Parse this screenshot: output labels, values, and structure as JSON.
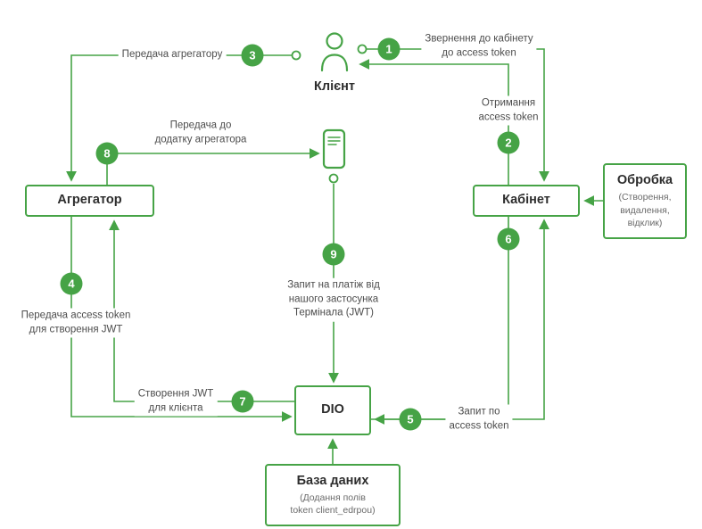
{
  "theme": {
    "green": "#46a346",
    "text_dark": "#2d2d2d",
    "text_gray": "#6b6b6b",
    "background": "#ffffff"
  },
  "nodes": {
    "client": {
      "label": "Клієнт"
    },
    "aggregator": {
      "label": "Агрегатор"
    },
    "cabinet": {
      "label": "Кабінет"
    },
    "processing": {
      "title": "Обробка",
      "subtitle": "(Створення,\nвидалення,\nвідклик)"
    },
    "dio": {
      "label": "DIO"
    },
    "database": {
      "title": "База даних",
      "subtitle": "(Додання полів\ntoken client_edrpou)"
    }
  },
  "steps": [
    {
      "num": "1",
      "label": "Звернення до кабінету\nдо access token"
    },
    {
      "num": "2",
      "label": "Отримання\naccess token"
    },
    {
      "num": "3",
      "label": "Передача агрегатору"
    },
    {
      "num": "4",
      "label": "Передача access token\nдля створення JWT"
    },
    {
      "num": "5",
      "label": "Запит по\naccess token"
    },
    {
      "num": "6",
      "label": ""
    },
    {
      "num": "7",
      "label": "Створення JWT\nдля клієнта"
    },
    {
      "num": "8",
      "label": "Передача до\nдодатку агрегатора"
    },
    {
      "num": "9",
      "label": "Запит на платіж від\nнашого застосунка\nТермінала (JWT)"
    }
  ]
}
